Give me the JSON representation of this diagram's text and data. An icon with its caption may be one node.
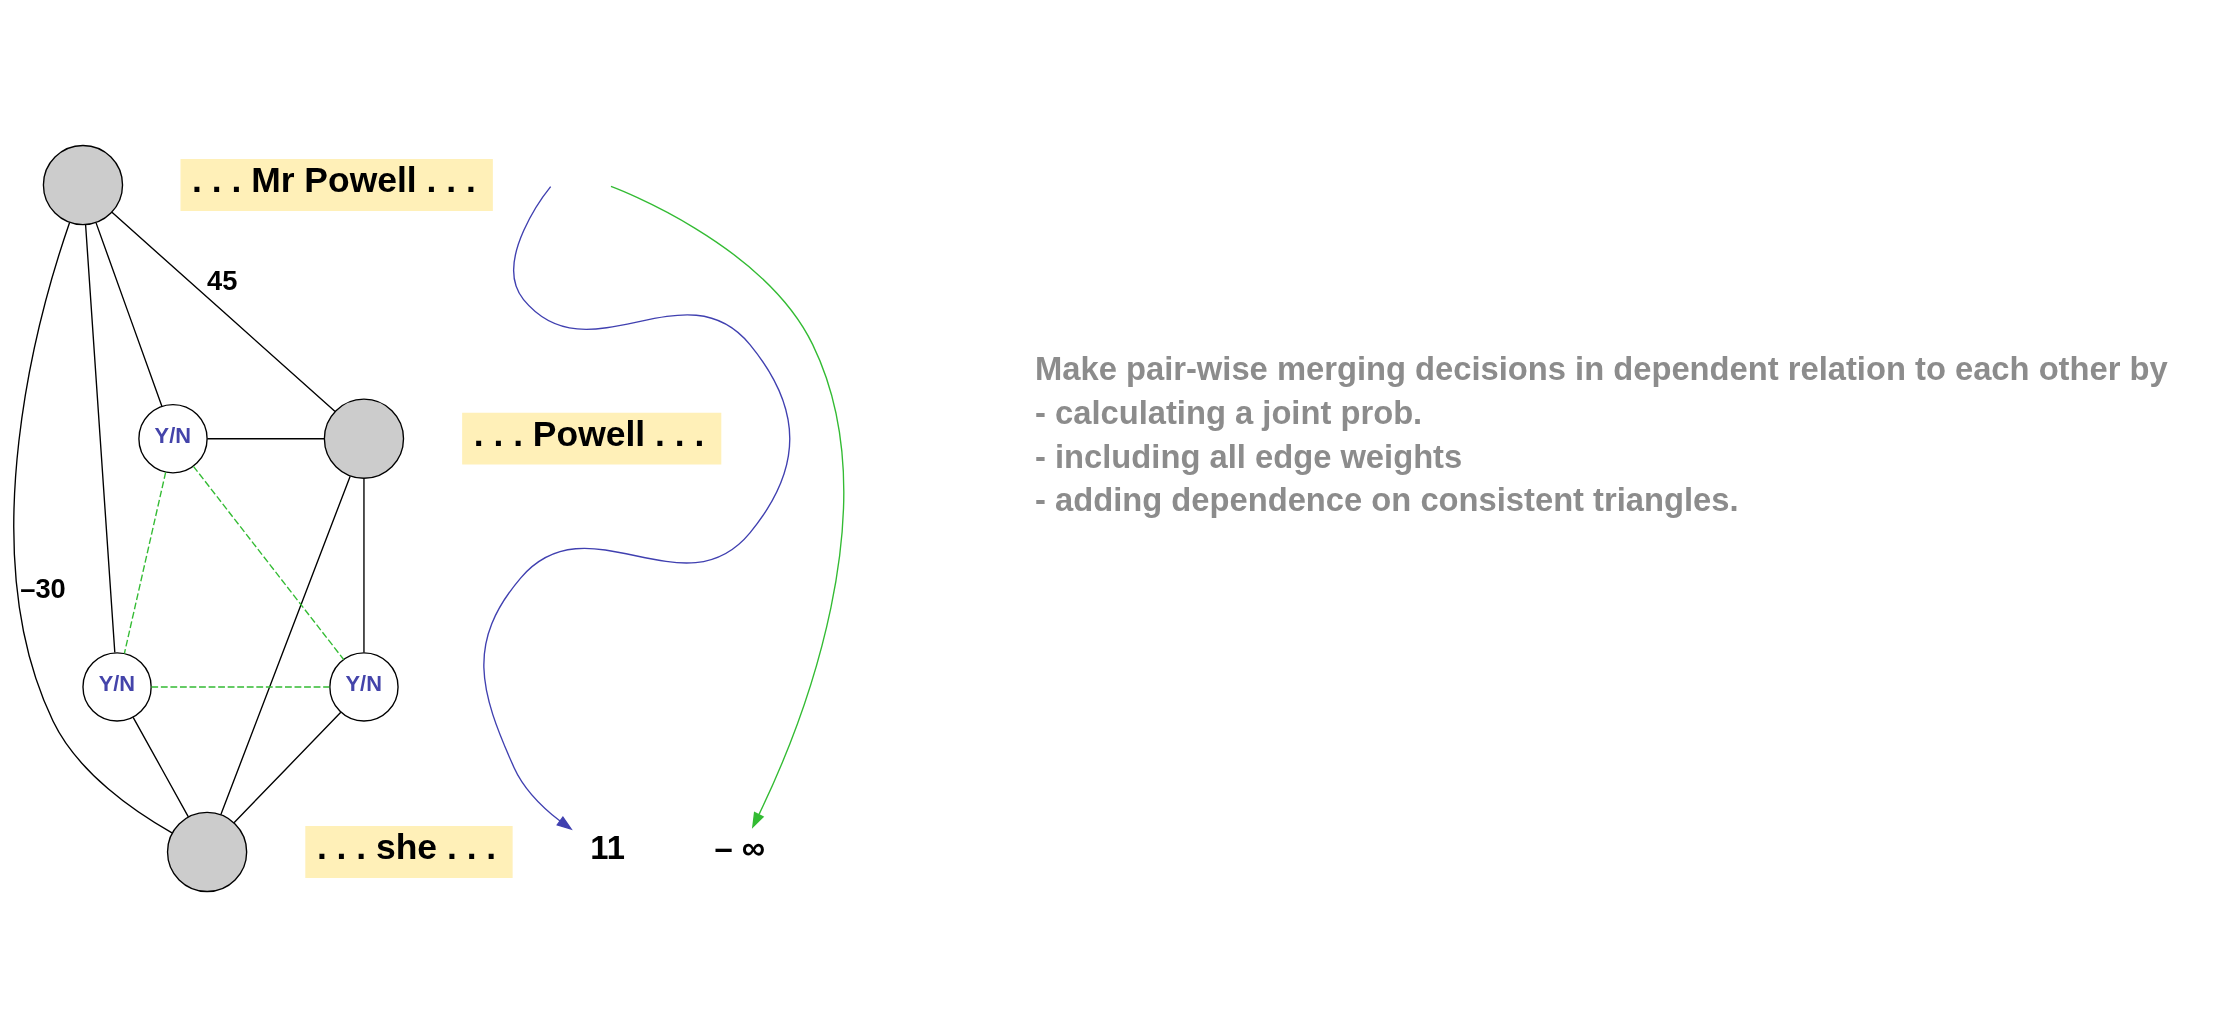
{
  "diagram": {
    "nodes": [
      {
        "text": [],
        "shape": "circle",
        "beside": [
          ". . . Mr Powell . . ."
        ]
      },
      {
        "text": [],
        "shape": "circle",
        "beside": [
          ". . . Powell . . ."
        ]
      },
      {
        "text": [],
        "shape": "circle",
        "beside": [
          ". . . she . . ."
        ]
      },
      {
        "text": [
          "Y/N"
        ]
      },
      {
        "text": [
          "Y/N"
        ]
      },
      {
        "text": [
          "Y/N"
        ]
      },
      {
        "text": [
          "11"
        ]
      },
      {
        "text": [
          "– ∞"
        ]
      }
    ],
    "edges": [
      {
        "from": 0,
        "to": 1,
        "arrow": "none",
        "label": "45"
      },
      {
        "from": 0,
        "to": 3,
        "arrow": "none"
      },
      {
        "from": 3,
        "to": 1,
        "arrow": "none"
      },
      {
        "from": 0,
        "to": 4,
        "arrow": "none"
      },
      {
        "from": 4,
        "to": 2,
        "arrow": "none"
      },
      {
        "from": 0,
        "to": 2,
        "arrow": "none",
        "label": "–30"
      },
      {
        "from": 1,
        "to": 5,
        "arrow": "none"
      },
      {
        "from": 5,
        "to": 2,
        "arrow": "none"
      },
      {
        "from": 1,
        "to": 2,
        "arrow": "none"
      },
      {
        "from": 3,
        "to": 4,
        "arrow": "none",
        "style": "dashed",
        "color": "#33bb33"
      },
      {
        "from": 3,
        "to": 5,
        "arrow": "none",
        "style": "dashed",
        "color": "#33bb33"
      },
      {
        "from": 4,
        "to": 5,
        "arrow": "none",
        "style": "dashed",
        "color": "#33bb33"
      },
      {
        "from": null,
        "to": 6,
        "arrow": "to",
        "color": "#4040b0"
      },
      {
        "from": null,
        "to": 7,
        "arrow": "to",
        "color": "#33bb33"
      }
    ],
    "labels": [
      "Make pair-wise merging decisions in dependent relation to each other by",
      "- calculating a joint prob.",
      "- including all edge weights",
      "- adding dependence on consistent triangles."
    ]
  }
}
